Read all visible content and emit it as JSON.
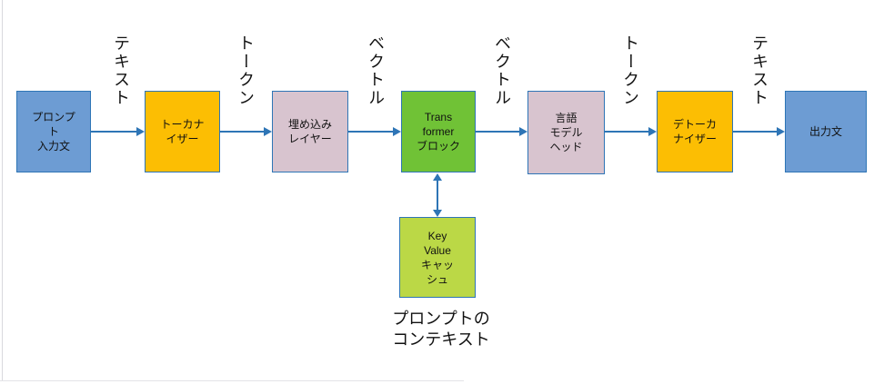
{
  "diagram": {
    "nodes": [
      {
        "id": "prompt-input",
        "label": "プロンプ\nト\n入力文",
        "fill": "#6D9CD3"
      },
      {
        "id": "tokenizer",
        "label": "トーカナ\nイザー",
        "fill": "#FCBE03"
      },
      {
        "id": "embedding-layer",
        "label": "埋め込み\nレイヤー",
        "fill": "#D8C4CF"
      },
      {
        "id": "transformer-block",
        "label": "Trans\nformer\nブロック",
        "fill": "#70C236"
      },
      {
        "id": "lm-head",
        "label": "言語\nモデル\nヘッド",
        "fill": "#D8C4CF"
      },
      {
        "id": "detokenizer",
        "label": "デトーカ\nナイザー",
        "fill": "#FCBE03"
      },
      {
        "id": "output-text",
        "label": "出力文",
        "fill": "#6D9CD3"
      }
    ],
    "cache_node": {
      "id": "kv-cache",
      "label": "Key\nValue\nキャッ\nシュ",
      "fill": "#BBD846"
    },
    "edge_labels": [
      "テキスト",
      "トークン",
      "ベクトル",
      "ベクトル",
      "トークン",
      "テキスト"
    ],
    "caption": "プロンプトの\nコンテキスト",
    "colors": {
      "box-border": "#2E75B6",
      "arrow": "#2E75B6",
      "blue-fill": "#6D9CD3",
      "orange-fill": "#FCBE03",
      "pink-fill": "#D8C4CF",
      "green-fill": "#70C236",
      "lime-fill": "#BBD846",
      "frame-line": "#d9d9de"
    }
  }
}
